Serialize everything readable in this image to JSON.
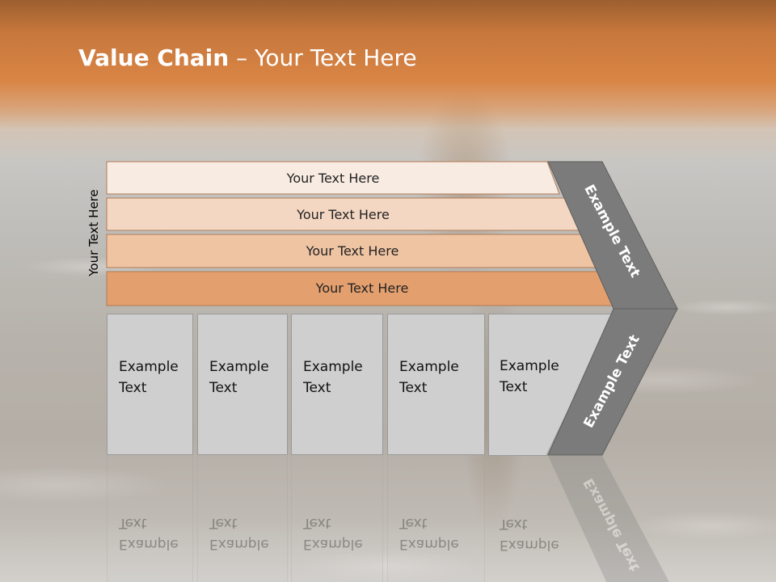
{
  "slide": {
    "title_bold": "Value Chain",
    "title_rest": " – Your Text Here",
    "side_label": "Your Text Here"
  },
  "bands": [
    {
      "label": "Your Text Here",
      "fill": "#f8ebe2"
    },
    {
      "label": "Your Text Here",
      "fill": "#f4d7c3"
    },
    {
      "label": "Your Text Here",
      "fill": "#efc4a3"
    },
    {
      "label": "Your Text Here",
      "fill": "#e3a06e"
    }
  ],
  "columns": [
    {
      "line1": "Example",
      "line2": "Text"
    },
    {
      "line1": "Example",
      "line2": "Text"
    },
    {
      "line1": "Example",
      "line2": "Text"
    },
    {
      "line1": "Example",
      "line2": "Text"
    },
    {
      "line1": "Example",
      "line2": "Text"
    }
  ],
  "chevron": {
    "upper_label": "Example Text",
    "lower_label": "Example Text",
    "fill": "#7b7b7b"
  },
  "colors": {
    "title": "#ffffff",
    "column_fill": "#cfcfcf",
    "band_stroke": "#b07a55"
  }
}
